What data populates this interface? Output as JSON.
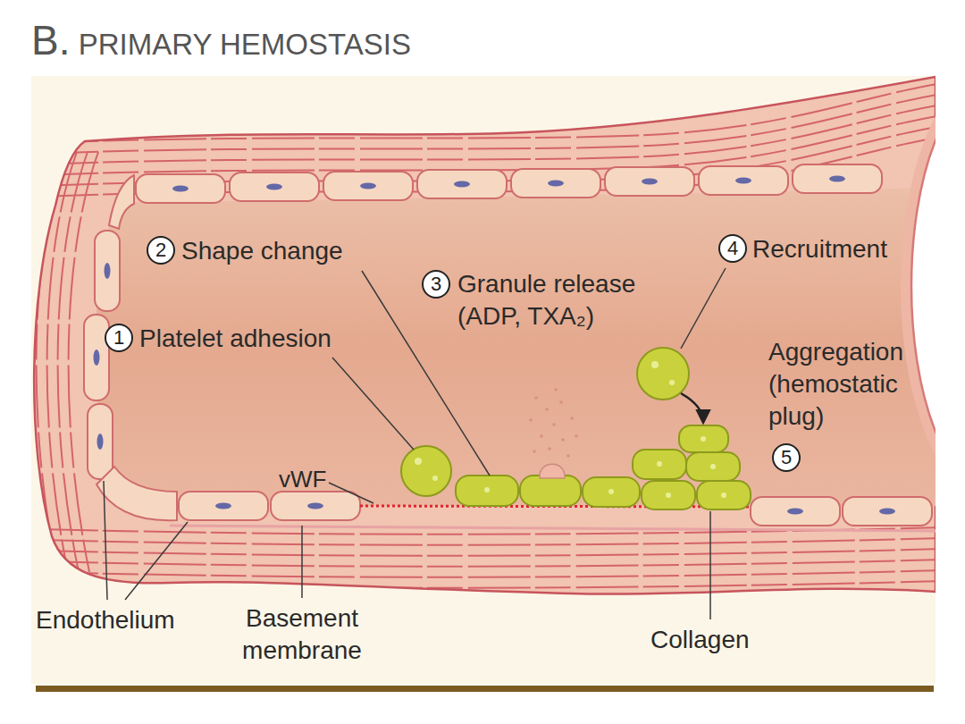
{
  "diagram": {
    "title": "B. PRIMARY HEMOSTASIS",
    "nodes": [
      {
        "text": [
          "1"
        ]
      },
      {
        "text": [
          "2"
        ]
      },
      {
        "text": [
          "3"
        ]
      },
      {
        "text": [
          "4"
        ]
      },
      {
        "text": [
          "5"
        ]
      }
    ],
    "labels": [
      "Shape change",
      "Recruitment",
      "Granule release (ADP, TXA₂)",
      "Platelet adhesion",
      "Aggregation (hemostatic plug)",
      "vWF",
      "Endothelium",
      "Basement membrane",
      "Collagen"
    ]
  }
}
